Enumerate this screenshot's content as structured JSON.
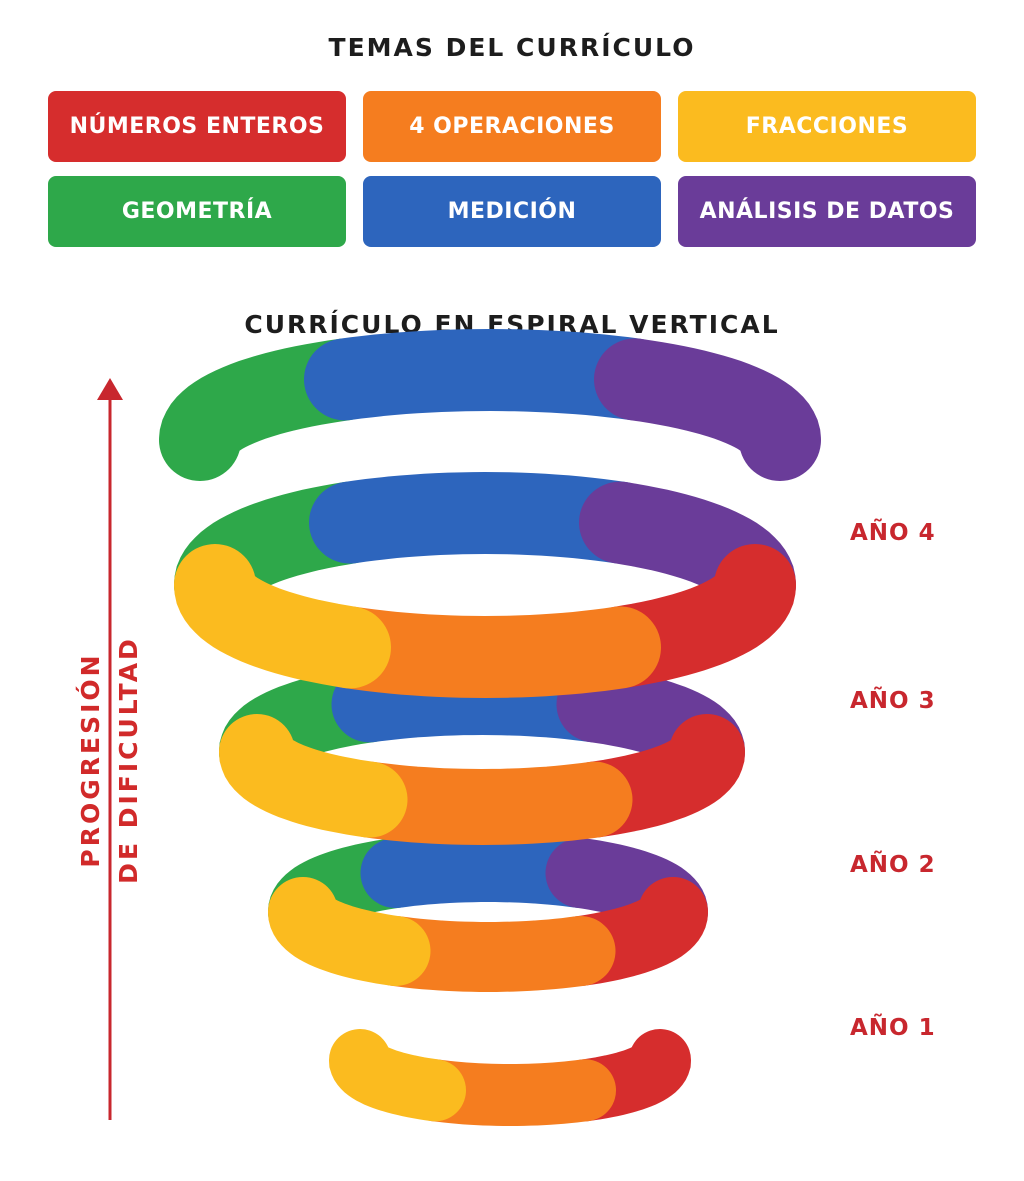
{
  "legend": {
    "title": "TEMAS DEL CURRÍCULO",
    "topics": [
      {
        "label": "NÚMEROS ENTEROS",
        "color": "#d62d2d"
      },
      {
        "label": "4 OPERACIONES",
        "color": "#f57d1f"
      },
      {
        "label": "FRACCIONES",
        "color": "#fbbb1f"
      },
      {
        "label": "GEOMETRÍA",
        "color": "#2ea84a"
      },
      {
        "label": "MEDICIÓN",
        "color": "#2d65bd"
      },
      {
        "label": "ANÁLISIS DE DATOS",
        "color": "#6a3c99"
      }
    ]
  },
  "diagram": {
    "title": "CURRÍCULO EN ESPIRAL VERTICAL",
    "axis_label_line1": "PROGRESIÓN",
    "axis_label_line2": "DE DIFICULTAD",
    "axis_color": "#c8272e",
    "years": [
      {
        "label": "AÑO 4"
      },
      {
        "label": "AÑO 3"
      },
      {
        "label": "AÑO 2"
      },
      {
        "label": "AÑO 1"
      }
    ]
  }
}
